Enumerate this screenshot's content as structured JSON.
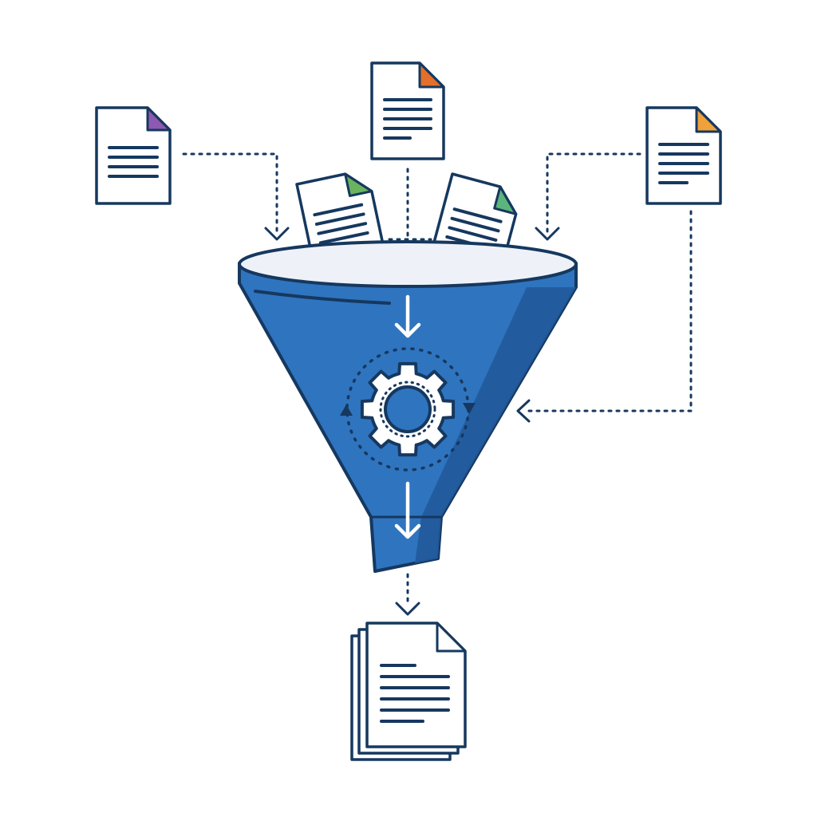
{
  "colors": {
    "background": "#ffffff",
    "outline": "#16385f",
    "funnel_blue": "#2f74bf",
    "funnel_shade": "#215a9b",
    "funnel_rim": "#eef2f8",
    "paper": "#ffffff",
    "white": "#ffffff"
  },
  "input_documents": [
    {
      "name": "document-top-left",
      "corner_color": "#8e59b1",
      "icon": "document-icon"
    },
    {
      "name": "document-top-center",
      "corner_color": "#e2702a",
      "icon": "document-icon"
    },
    {
      "name": "document-top-right",
      "corner_color": "#f0a13c",
      "icon": "document-icon"
    },
    {
      "name": "document-in-funnel-left",
      "corner_color": "#6bb35e",
      "icon": "document-icon"
    },
    {
      "name": "document-in-funnel-right",
      "corner_color": "#5bb57c",
      "icon": "document-icon"
    }
  ],
  "processor": {
    "icon": "gear-icon",
    "cycle_icon": "circular-arrows-icon"
  },
  "output": {
    "icon": "document-stack-icon",
    "page_count": 3
  }
}
